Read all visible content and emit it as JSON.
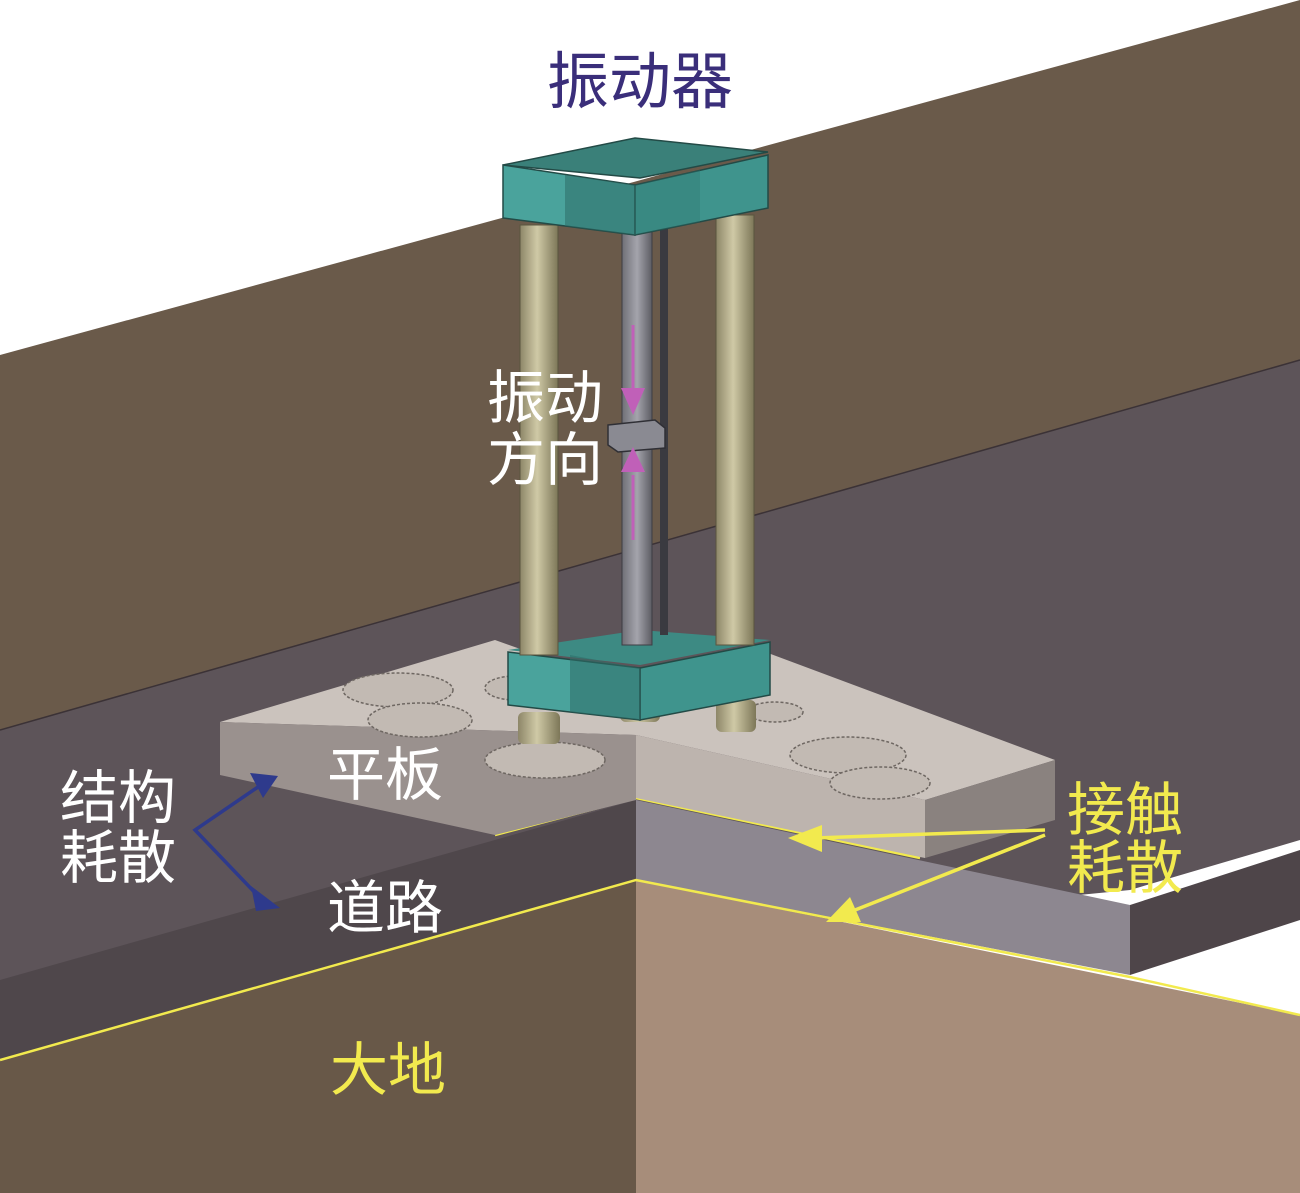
{
  "labels": {
    "vibrator": "振动器",
    "vibration_direction_line1": "振动",
    "vibration_direction_line2": "方向",
    "slab": "平板",
    "structural_dissipation_line1": "结构",
    "structural_dissipation_line2": "耗散",
    "road": "道路",
    "contact_dissipation_line1": "接触",
    "contact_dissipation_line2": "耗散",
    "ground": "大地"
  },
  "colors": {
    "vibrator_text": "#3a2e7a",
    "white_text": "#ffffff",
    "contact_yellow": "#f2ea4e",
    "structural_arrow_blue": "#2e3a8c",
    "direction_arrow_magenta": "#c060b8",
    "vibrator_teal": "#4aa39c",
    "rod_olive": "#b7b08c",
    "slab_grey": "#bcb3ad",
    "road_dark": "#5d5459",
    "earth_brown": "#6a5a4a",
    "earth_light": "#a78d7a"
  },
  "icons": [
    "vibrator-icon",
    "rod-icon",
    "slab-icon",
    "arrow-icon"
  ]
}
